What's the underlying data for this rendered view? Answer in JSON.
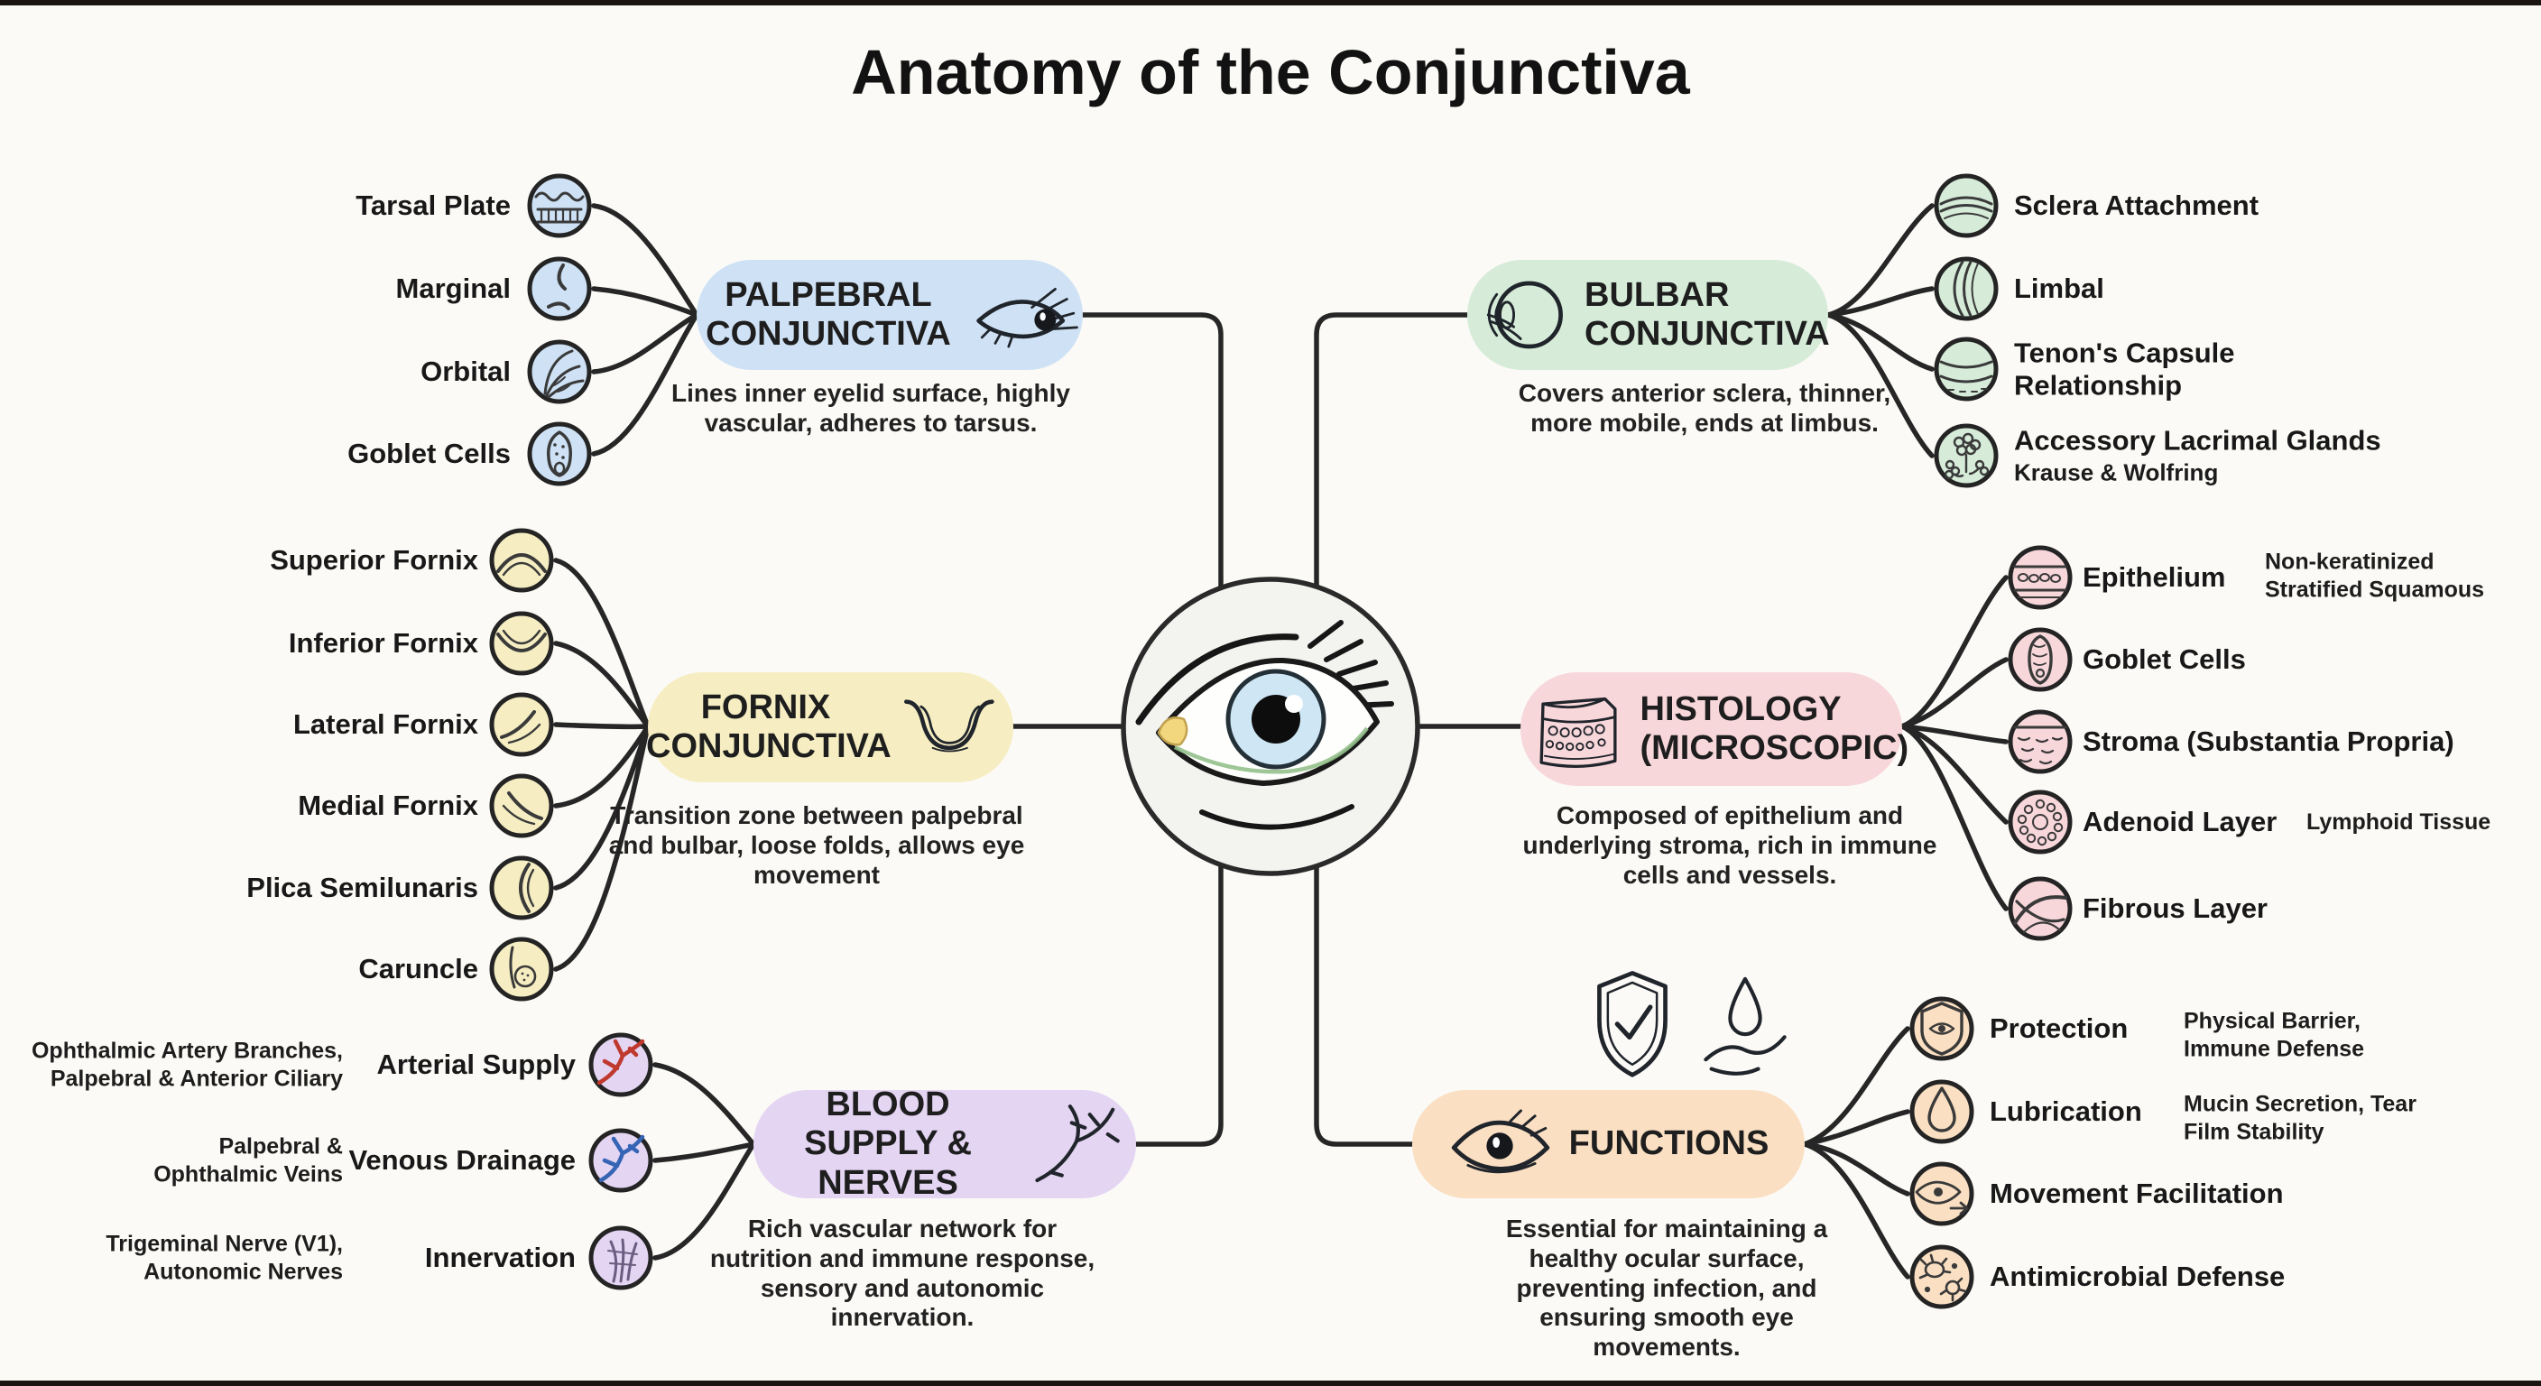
{
  "title": "Anatomy of the Conjunctiva",
  "colors": {
    "line": "#262626",
    "arterial_red": "#bf392e",
    "venous_blue": "#3564b5",
    "nerve_purple": "#6a5d80",
    "iris_blue": "#cfe7f5",
    "caruncle_yellow": "#f3d77e"
  },
  "sections": {
    "palpebral": {
      "title": "PALPEBRAL CONJUNCTIVA",
      "description": "Lines inner eyelid surface, highly vascular, adheres to tarsus.",
      "color": "#cfe2f5",
      "items": [
        {
          "label": "Tarsal Plate"
        },
        {
          "label": "Marginal"
        },
        {
          "label": "Orbital"
        },
        {
          "label": "Goblet Cells"
        }
      ]
    },
    "bulbar": {
      "title": "BULBAR CONJUNCTIVA",
      "description": "Covers anterior sclera, thinner, more mobile, ends at limbus.",
      "color": "#d6ecd9",
      "items": [
        {
          "label": "Sclera Attachment"
        },
        {
          "label": "Limbal"
        },
        {
          "label": "Tenon's Capsule Relationship"
        },
        {
          "label": "Accessory Lacrimal Glands",
          "sublabel": "Krause & Wolfring"
        }
      ]
    },
    "fornix": {
      "title": "FORNIX CONJUNCTIVA",
      "description": "Transition zone between palpebral and bulbar, loose folds, allows eye movement",
      "color": "#f6eec2",
      "items": [
        {
          "label": "Superior Fornix"
        },
        {
          "label": "Inferior Fornix"
        },
        {
          "label": "Lateral Fornix"
        },
        {
          "label": "Medial Fornix"
        },
        {
          "label": "Plica Semilunaris"
        },
        {
          "label": "Caruncle"
        }
      ]
    },
    "histology": {
      "title": "HISTOLOGY (MICROSCOPIC)",
      "description": "Composed of epithelium and underlying stroma, rich in immune cells and vessels.",
      "color": "#f8d7db",
      "items": [
        {
          "label": "Epithelium",
          "note": "Non-keratinized Stratified Squamous"
        },
        {
          "label": "Goblet Cells"
        },
        {
          "label": "Stroma (Substantia Propria)"
        },
        {
          "label": "Adenoid Layer",
          "note": "Lymphoid Tissue"
        },
        {
          "label": "Fibrous Layer"
        }
      ]
    },
    "blood": {
      "title": "BLOOD SUPPLY & NERVES",
      "description": "Rich vascular network for nutrition and immune response, sensory and autonomic innervation.",
      "color": "#e4d5f3",
      "items": [
        {
          "label": "Arterial Supply",
          "note": "Ophthalmic Artery Branches, Palpebral & Anterior Ciliary"
        },
        {
          "label": "Venous Drainage",
          "note": "Palpebral & Ophthalmic Veins"
        },
        {
          "label": "Innervation",
          "note": "Trigeminal Nerve (V1), Autonomic Nerves"
        }
      ]
    },
    "functions": {
      "title": "FUNCTIONS",
      "description": "Essential for maintaining a healthy ocular surface, preventing infection, and ensuring smooth eye movements.",
      "color": "#fadfc2",
      "items": [
        {
          "label": "Protection",
          "note": "Physical Barrier, Immune Defense"
        },
        {
          "label": "Lubrication",
          "note": "Mucin Secretion, Tear Film Stability"
        },
        {
          "label": "Movement Facilitation"
        },
        {
          "label": "Antimicrobial Defense"
        }
      ]
    }
  }
}
